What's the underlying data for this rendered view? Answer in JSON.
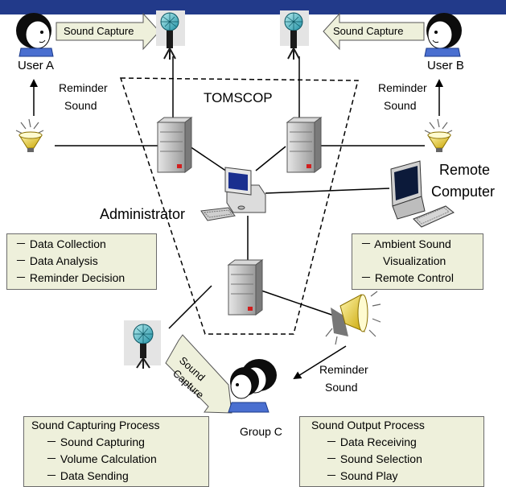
{
  "title": "TOMSCOP",
  "user_a": "User A",
  "user_b": "User B",
  "group_c": "Group C",
  "administrator": "Administrator",
  "remote_computer": [
    "Remote",
    "Computer"
  ],
  "sound_capture": "Sound Capture",
  "sound_capture_c": [
    "Sound",
    "Capture"
  ],
  "reminder_sound": [
    "Reminder",
    "Sound"
  ],
  "admin_box": [
    "－ Data Collection",
    "－ Data Analysis",
    "－ Reminder Decision"
  ],
  "remote_box": [
    "－ Ambient Sound",
    "Visualization",
    "－ Remote Control"
  ],
  "capture_box": {
    "title": "Sound Capturing Process",
    "items": [
      "－ Sound Capturing",
      "－ Volume Calculation",
      "－ Data Sending"
    ]
  },
  "output_box": {
    "title": "Sound Output Process",
    "items": [
      "－ Data Receiving",
      "－ Sound Selection",
      "－ Sound Play"
    ]
  },
  "colors": {
    "header_bar": "#223a8a",
    "box_fill": "#eef0db",
    "arrow_fill": "#eef0db",
    "face_hair": "#0d0d0d"
  }
}
